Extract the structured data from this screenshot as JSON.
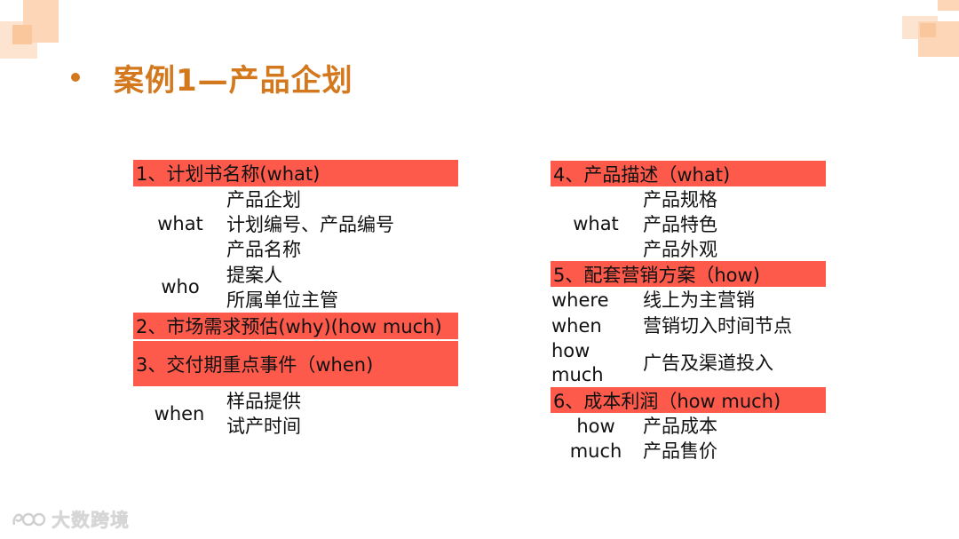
{
  "slide": {
    "title": "案例1—产品企划",
    "left": {
      "s1": "1、计划书名称(what)",
      "what_label": "what",
      "what_items": [
        "产品企划",
        "计划编号、产品编号",
        "产品名称"
      ],
      "who_label": "who",
      "who_items": [
        "提案人",
        "所属单位主管"
      ],
      "s2": "2、市场需求预估(why)(how much)",
      "s3": "3、交付期重点事件（when)",
      "when_label": "when",
      "when_items": [
        "样品提供",
        "试产时间"
      ]
    },
    "right": {
      "s4": "4、产品描述（what)",
      "what_label": "what",
      "what_items": [
        "产品规格",
        "产品特色",
        "产品外观"
      ],
      "s5": "5、配套营销方案（how)",
      "where_label": "where",
      "where_value": "线上为主营销",
      "when_label": "when",
      "when_value": "营销切入时间节点",
      "how_label": "how",
      "much_label": "much",
      "howmuch_value": "广告及渠道投入",
      "s6": "6、成本利润（how much)",
      "cost_how": "how",
      "cost_much": "much",
      "cost_items": [
        "产品成本",
        "产品售价"
      ]
    },
    "watermark": "大数跨境"
  },
  "colors": {
    "accent": "#d4781e",
    "bar": "#fd5a4c",
    "deco": "#f9c79b"
  }
}
